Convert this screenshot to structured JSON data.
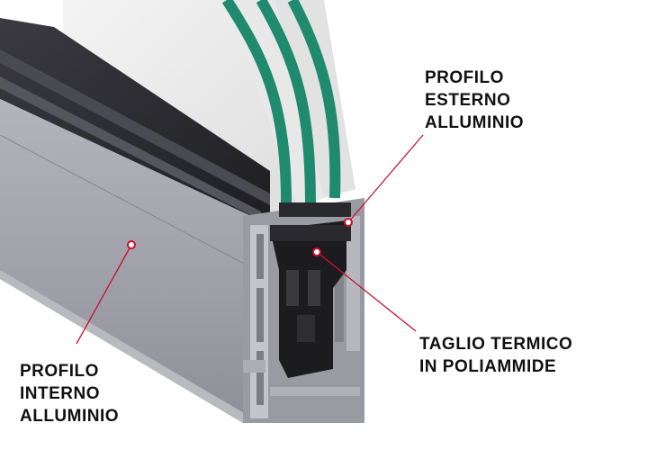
{
  "labels": {
    "profilo_esterno": [
      "PROFILO",
      "ESTERNO",
      "ALLUMINIO"
    ],
    "taglio_termico": [
      "TAGLIO TERMICO",
      "IN POLIAMMIDE"
    ],
    "profilo_interno": [
      "PROFILO",
      "INTERNO",
      "ALLUMINIO"
    ]
  },
  "colors": {
    "callout_red": "#c8102e",
    "glass_green": "#1f8a6e",
    "aluminium_light": "#a6a6ae",
    "aluminium_dark": "#6f6f78",
    "polyamide_black": "#1c1c1e",
    "label_ink": "#111111"
  }
}
